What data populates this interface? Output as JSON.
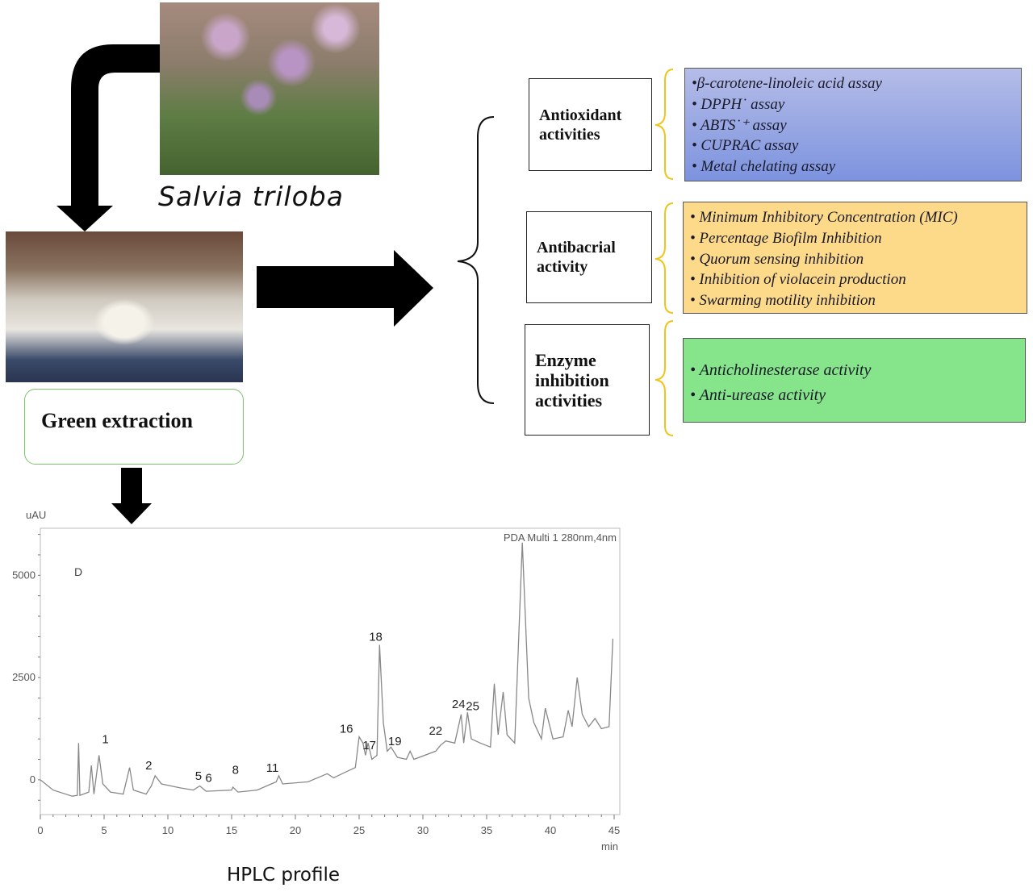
{
  "plant": {
    "species": "Salvia triloba"
  },
  "extraction": {
    "label": "Green extraction"
  },
  "categories": [
    {
      "label": "Antioxidant activities",
      "color": "#8fa2e2",
      "items": [
        "•β-carotene-linoleic acid assay",
        "• DPPH˙ assay",
        "• ABTS˙⁺ assay",
        "• CUPRAC assay",
        "• Metal chelating assay"
      ]
    },
    {
      "label": "Antibacrial activity",
      "color": "#fdd98a",
      "items": [
        "• Minimum Inhibitory Concentration (MIC)",
        "• Percentage Biofilm Inhibition",
        "• Quorum sensing inhibition",
        "• Inhibition of violacein production",
        "• Swarming motility inhibition"
      ]
    },
    {
      "label": "Enzyme inhibition activities",
      "color": "#86e58a",
      "items": [
        "• Anticholinesterase activity",
        "• Anti-urease activity"
      ]
    }
  ],
  "caption": "HPLC profile",
  "chart_data": {
    "type": "line",
    "title": "PDA Multi 1 280nm,4nm",
    "panel_label": "D",
    "xlabel": "min",
    "ylabel": "uAU",
    "xlim": [
      0,
      45
    ],
    "ylim": [
      -850,
      6150
    ],
    "xticks": [
      0,
      5,
      10,
      15,
      20,
      25,
      30,
      35,
      40,
      45
    ],
    "yticks": [
      0,
      2500,
      5000
    ],
    "series": [
      {
        "name": "PDA 280nm",
        "points": [
          [
            0,
            0
          ],
          [
            1,
            -250
          ],
          [
            2.5,
            -400
          ],
          [
            2.9,
            -380
          ],
          [
            3.0,
            900
          ],
          [
            3.1,
            -380
          ],
          [
            3.8,
            -300
          ],
          [
            4.0,
            350
          ],
          [
            4.2,
            -350
          ],
          [
            4.6,
            600
          ],
          [
            4.9,
            -100
          ],
          [
            5.5,
            -300
          ],
          [
            6.5,
            -350
          ],
          [
            7.0,
            300
          ],
          [
            7.3,
            -250
          ],
          [
            8.3,
            -350
          ],
          [
            8.7,
            -150
          ],
          [
            9.0,
            100
          ],
          [
            9.5,
            -100
          ],
          [
            11,
            -200
          ],
          [
            12,
            -250
          ],
          [
            12.5,
            -150
          ],
          [
            13,
            -280
          ],
          [
            15,
            -250
          ],
          [
            15.1,
            -180
          ],
          [
            15.5,
            -300
          ],
          [
            17,
            -250
          ],
          [
            18.5,
            -50
          ],
          [
            18.7,
            100
          ],
          [
            19,
            -100
          ],
          [
            21,
            -50
          ],
          [
            22.5,
            150
          ],
          [
            23,
            50
          ],
          [
            24,
            200
          ],
          [
            24.7,
            300
          ],
          [
            25,
            1050
          ],
          [
            25.3,
            900
          ],
          [
            25.5,
            600
          ],
          [
            25.7,
            900
          ],
          [
            26,
            500
          ],
          [
            26.4,
            600
          ],
          [
            26.6,
            3300
          ],
          [
            26.9,
            1400
          ],
          [
            27.2,
            700
          ],
          [
            27.5,
            800
          ],
          [
            28,
            550
          ],
          [
            28.7,
            500
          ],
          [
            29,
            700
          ],
          [
            29.3,
            500
          ],
          [
            31,
            700
          ],
          [
            31.4,
            850
          ],
          [
            31.8,
            950
          ],
          [
            32.5,
            900
          ],
          [
            33,
            1600
          ],
          [
            33.2,
            900
          ],
          [
            33.5,
            1650
          ],
          [
            33.8,
            1000
          ],
          [
            34.5,
            900
          ],
          [
            35.3,
            800
          ],
          [
            35.6,
            2350
          ],
          [
            35.9,
            1100
          ],
          [
            36.3,
            2150
          ],
          [
            36.6,
            1100
          ],
          [
            37.2,
            900
          ],
          [
            37.8,
            5800
          ],
          [
            38.3,
            2000
          ],
          [
            38.7,
            1400
          ],
          [
            39.3,
            1000
          ],
          [
            39.6,
            1750
          ],
          [
            40.2,
            1000
          ],
          [
            41,
            1050
          ],
          [
            41.4,
            1700
          ],
          [
            41.7,
            1300
          ],
          [
            42.1,
            2500
          ],
          [
            42.5,
            1600
          ],
          [
            43,
            1300
          ],
          [
            43.5,
            1500
          ],
          [
            44,
            1250
          ],
          [
            44.6,
            1300
          ],
          [
            44.9,
            3450
          ]
        ]
      }
    ],
    "peak_labels": [
      {
        "text": "1",
        "t": 5.1,
        "y": 900
      },
      {
        "text": "2",
        "t": 8.5,
        "y": 250
      },
      {
        "text": "5",
        "t": 12.4,
        "y": 0
      },
      {
        "text": "6",
        "t": 13.2,
        "y": -50
      },
      {
        "text": "8",
        "t": 15.3,
        "y": 150
      },
      {
        "text": "11",
        "t": 18.2,
        "y": 200
      },
      {
        "text": "16",
        "t": 24.0,
        "y": 1150
      },
      {
        "text": "17",
        "t": 25.8,
        "y": 750
      },
      {
        "text": "18",
        "t": 26.3,
        "y": 3400
      },
      {
        "text": "19",
        "t": 27.8,
        "y": 850
      },
      {
        "text": "22",
        "t": 31.0,
        "y": 1100
      },
      {
        "text": "24",
        "t": 32.8,
        "y": 1750
      },
      {
        "text": "25",
        "t": 33.9,
        "y": 1700
      }
    ]
  }
}
